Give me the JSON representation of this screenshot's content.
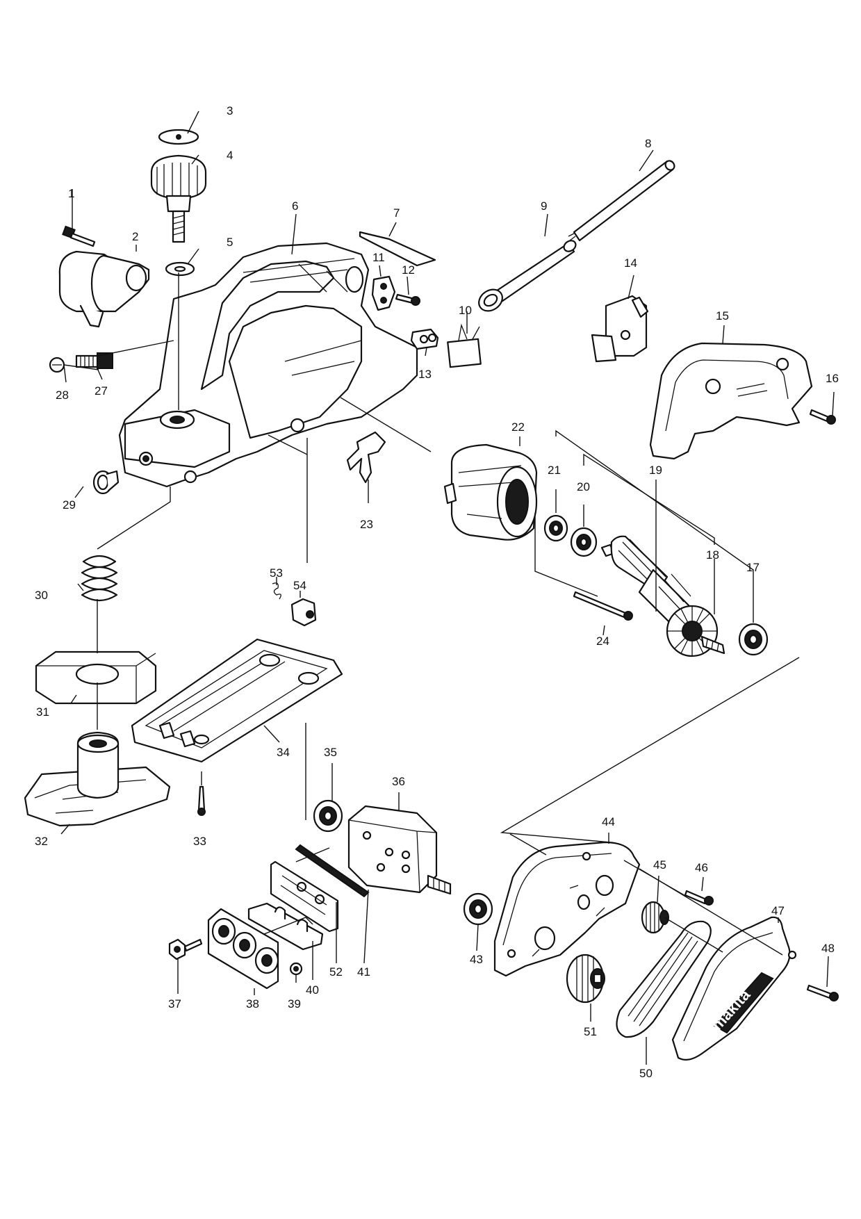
{
  "brand_logo_text": "makita",
  "callouts": [
    "1",
    "2",
    "3",
    "4",
    "5",
    "6",
    "7",
    "8",
    "9",
    "10",
    "11",
    "12",
    "13",
    "14",
    "15",
    "16",
    "17",
    "18",
    "19",
    "20",
    "21",
    "22",
    "23",
    "24",
    "27",
    "28",
    "29",
    "30",
    "31",
    "32",
    "33",
    "34",
    "35",
    "36",
    "37",
    "38",
    "39",
    "40",
    "41",
    "43",
    "44",
    "45",
    "46",
    "47",
    "48",
    "50",
    "51",
    "52",
    "53",
    "54"
  ]
}
